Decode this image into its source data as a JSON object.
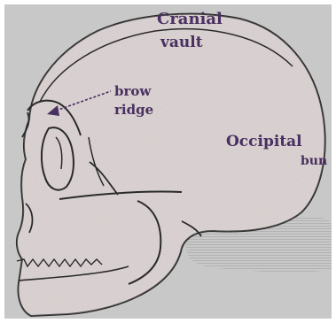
{
  "labels": {
    "cranial_vault_line1": "Cranial",
    "cranial_vault_line2": "vault",
    "brow_ridge_line1": "brow",
    "brow_ridge_line2": "ridge",
    "occipital_bun_line1": "Occipital",
    "occipital_bun_line2": "bun"
  },
  "colors": {
    "background": "#c8c8c8",
    "skull_fill": "#e6dede",
    "outline": "#2a2a2a",
    "label_text": "#4a3060",
    "shadow": "#b9b9b9"
  }
}
